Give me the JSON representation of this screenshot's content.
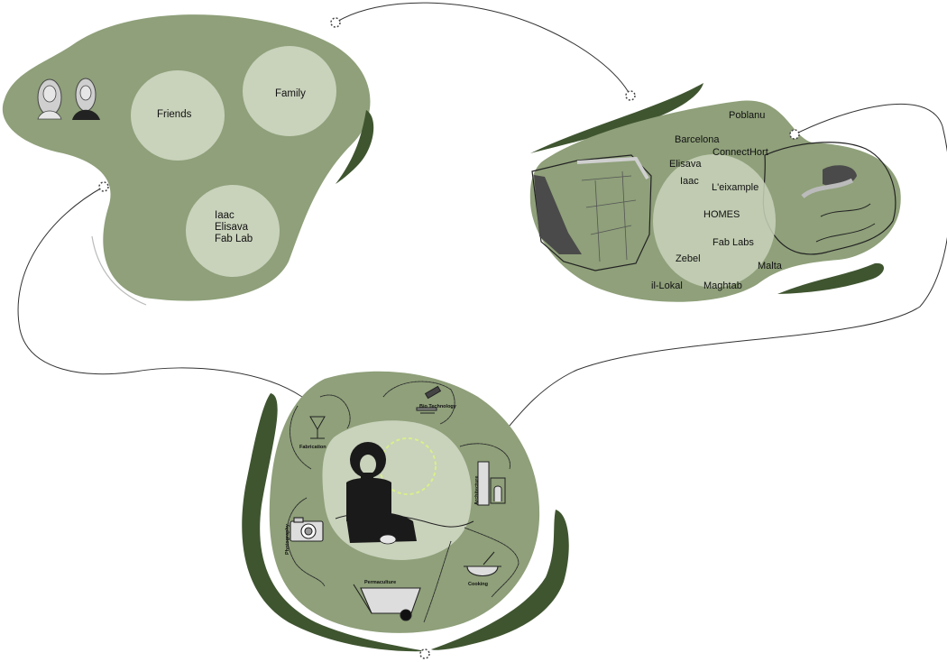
{
  "colors": {
    "blob": "#8fa07a",
    "blob_light": "#c9d2bb",
    "dark_accent": "#3f5530",
    "line": "#333333",
    "highlight": "#d8f08a"
  },
  "personal_circle": {
    "items": [
      "Friends",
      "Family"
    ],
    "group": [
      "Iaac",
      "Elisava",
      "Fab Lab"
    ]
  },
  "places_map": {
    "labels": [
      "Poblanu",
      "Barcelona",
      "ConnectHort",
      "Elisava",
      "Iaac",
      "L'eixample",
      "HOMES",
      "Fab Labs",
      "Zebel",
      "Malta",
      "il-Lokal",
      "Maghtab"
    ]
  },
  "skills_circle": {
    "activities": [
      "Bio Technology",
      "Fabrication",
      "Architecture",
      "Photography",
      "Cooking",
      "Permaculture"
    ]
  },
  "icons": [
    "person-icon",
    "camera-icon",
    "wheelbarrow-icon",
    "cooking-pot-icon",
    "microscope-icon",
    "drafting-table-icon",
    "building-icon"
  ]
}
